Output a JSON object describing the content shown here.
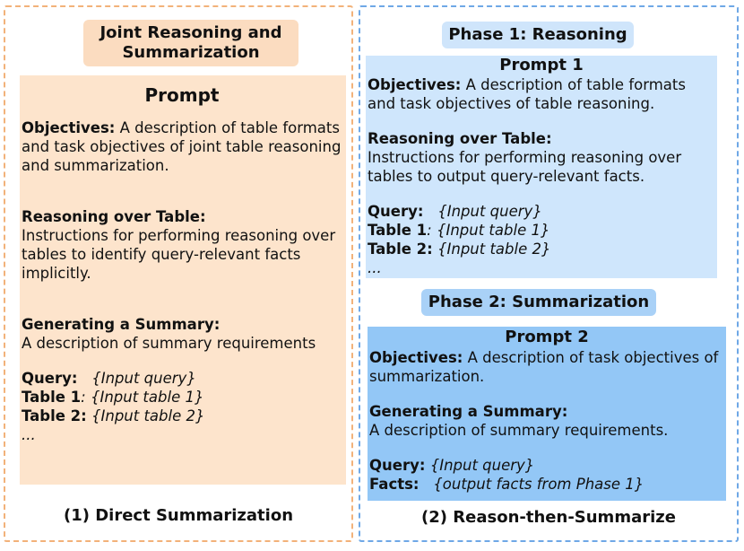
{
  "left": {
    "header": "Joint Reasoning and Summarization",
    "prompt_title": "Prompt",
    "objectives_label": "Objectives:",
    "objectives_text": " A description of table formats and task objectives of joint table reasoning and summarization.",
    "reasoning_label": "Reasoning over Table:",
    "reasoning_text": "Instructions for performing reasoning over tables to identify query-relevant facts implicitly.",
    "summary_label": "Generating a Summary:",
    "summary_text": "A description of summary requirements",
    "query_label": "Query:",
    "query_value": "{Input query}",
    "table1_label": "Table 1",
    "table1_value": ": {Input table 1}",
    "table2_label": "Table 2:",
    "table2_value": " {Input table 2}",
    "ellipsis": "...",
    "caption": "(1) Direct Summarization"
  },
  "right": {
    "phase1_header": "Phase 1: Reasoning",
    "prompt1_title": "Prompt 1",
    "objectives_label": "Objectives:",
    "objectives_text": " A description of table formats and task objectives of table reasoning.",
    "reasoning_label": "Reasoning over Table:",
    "reasoning_text": "Instructions for performing reasoning over tables to output query-relevant facts.",
    "query_label": "Query:",
    "query_value": "{Input query}",
    "table1_label": "Table 1",
    "table1_value": ": {Input table 1}",
    "table2_label": "Table 2:",
    "table2_value": " {Input table 2}",
    "ellipsis": "...",
    "phase2_header": "Phase 2: Summarization",
    "prompt2_title": "Prompt 2",
    "objectives2_label": "Objectives:",
    "objectives2_text": " A description of task objectives of summarization.",
    "summary_label": "Generating a Summary:",
    "summary_text": "A description of summary requirements.",
    "query2_label": "Query:",
    "query2_value": " {Input query}",
    "facts_label": "Facts:",
    "facts_value": "{output facts from Phase 1}",
    "caption": "(2) Reason-then-Summarize"
  },
  "colors": {
    "left_border": "#f2b27a",
    "left_fill": "#fde4cc",
    "right_border": "#6fa8e6",
    "prompt1_fill": "#cfe6fc",
    "prompt2_fill": "#93c7f6"
  }
}
